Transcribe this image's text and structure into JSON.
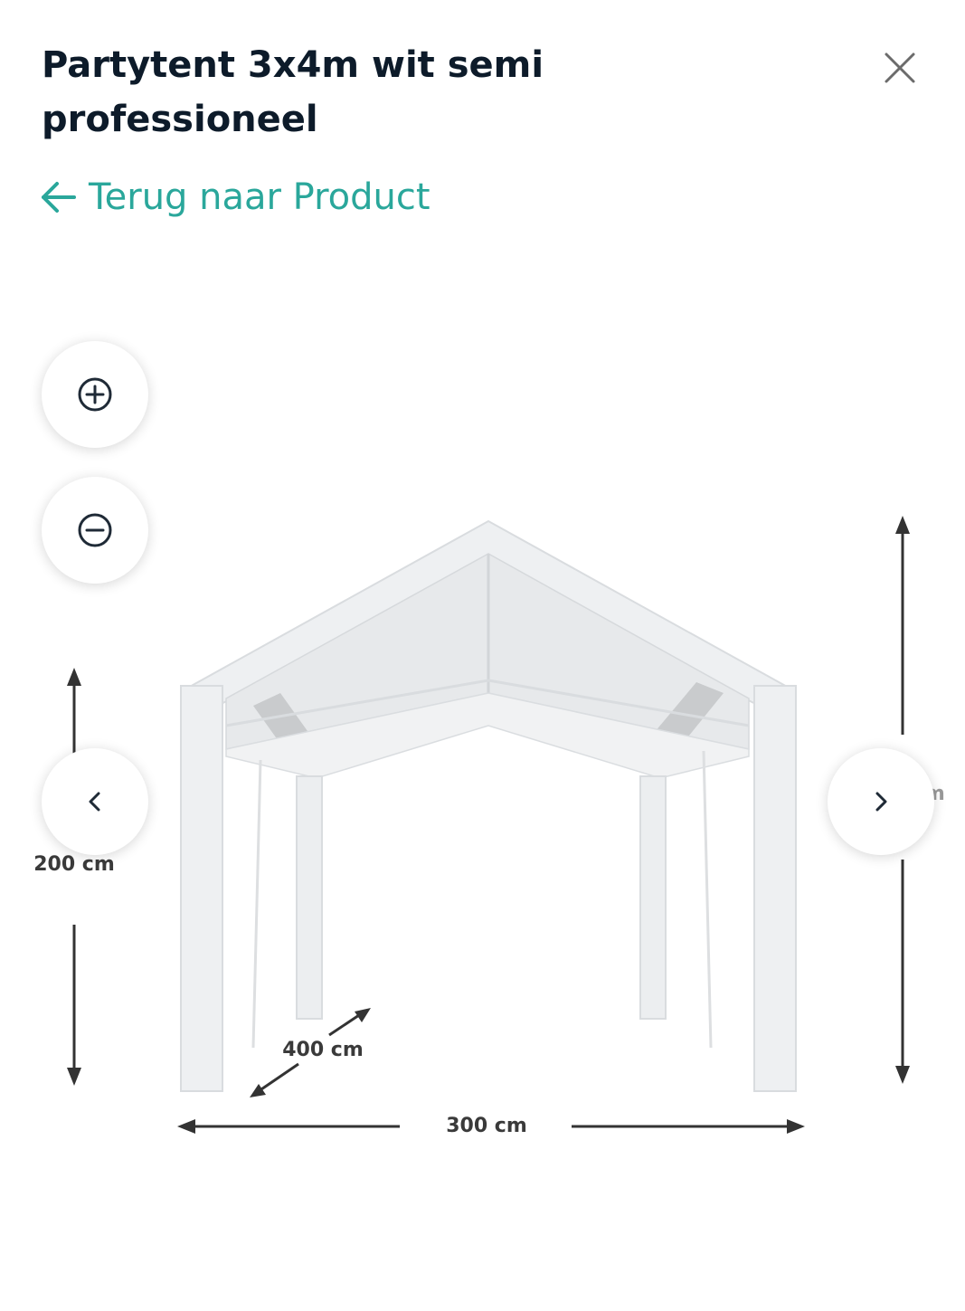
{
  "header": {
    "title": "Partytent 3x4m wit semi professioneel",
    "close_icon": "close-icon"
  },
  "nav": {
    "back_label": "Terug naar Product",
    "back_icon": "arrow-left-icon"
  },
  "zoom": {
    "in_icon": "zoom-in-icon",
    "out_icon": "zoom-out-icon"
  },
  "gallery": {
    "prev_icon": "chevron-left-icon",
    "next_icon": "chevron-right-icon"
  },
  "image": {
    "dimensions": {
      "wall_height": "200 cm",
      "depth": "400 cm",
      "width": "300 cm",
      "total_height": "280 cm"
    }
  },
  "colors": {
    "accent": "#2aa79b",
    "title": "#0d1b2a"
  }
}
